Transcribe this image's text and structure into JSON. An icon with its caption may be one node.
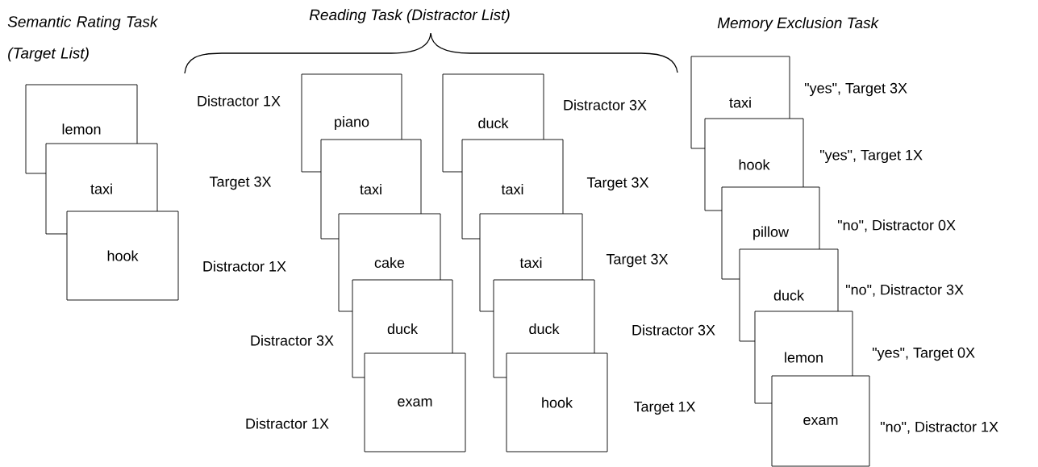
{
  "diagram": {
    "nodes": [
      {
        "text": [
          "lemon"
        ]
      },
      {
        "text": [
          "taxi"
        ]
      },
      {
        "text": [
          "hook"
        ]
      },
      {
        "text": [
          "piano"
        ],
        "beside": [
          "Distractor 1X"
        ]
      },
      {
        "text": [
          "taxi"
        ],
        "beside": [
          "Target 3X"
        ]
      },
      {
        "text": [
          "cake"
        ]
      },
      {
        "text": [
          "duck"
        ],
        "beside": [
          "Distractor 3X"
        ]
      },
      {
        "text": [
          "exam"
        ],
        "beside": [
          "Distractor 1X"
        ]
      },
      {
        "text": [
          "duck"
        ],
        "beside": [
          "Distractor 3X"
        ]
      },
      {
        "text": [
          "taxi"
        ],
        "beside": [
          "Target 3X"
        ]
      },
      {
        "text": [
          "taxi"
        ],
        "beside": [
          "Target 3X"
        ]
      },
      {
        "text": [
          "duck"
        ],
        "beside": [
          "Distractor 3X"
        ]
      },
      {
        "text": [
          "hook"
        ],
        "beside": [
          "Target 1X"
        ]
      },
      {
        "text": [
          "taxi"
        ],
        "beside": [
          "\"yes\", Target 3X"
        ]
      },
      {
        "text": [
          "hook"
        ],
        "beside": [
          "\"yes\", Target 1X"
        ]
      },
      {
        "text": [
          "pillow"
        ],
        "beside": [
          "\"no\", Distractor 0X"
        ]
      },
      {
        "text": [
          "duck"
        ],
        "beside": [
          "\"no\", Distractor 3X"
        ]
      },
      {
        "text": [
          "lemon"
        ],
        "beside": [
          "\"yes\", Target 0X"
        ]
      },
      {
        "text": [
          "exam"
        ],
        "beside": [
          "\"no\", Distractor 1X"
        ]
      }
    ],
    "edges": [],
    "labels": [
      "Semantic Rating Task (Target List)",
      "Reading Task (Distractor List)",
      "Memory Exclusion Task",
      "Distractor 1X"
    ]
  }
}
